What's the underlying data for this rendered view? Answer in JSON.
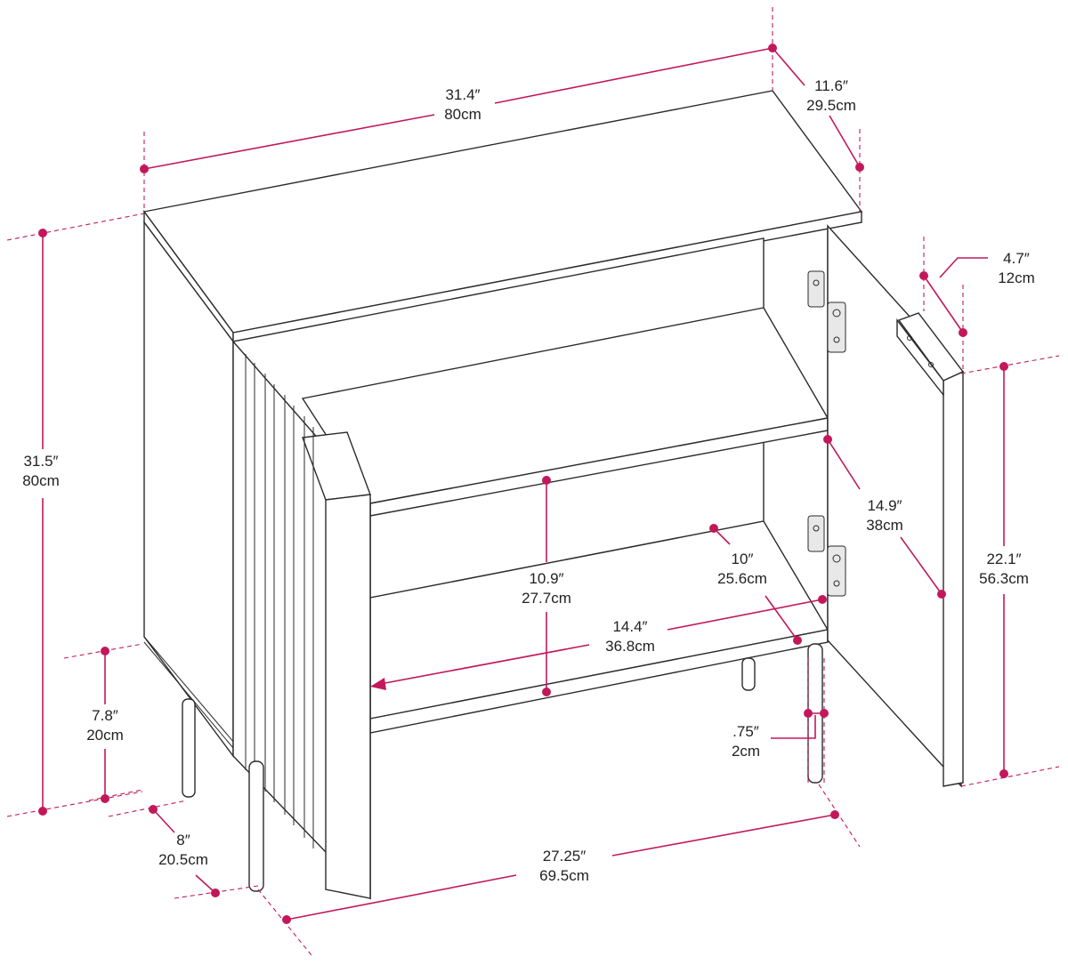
{
  "colors": {
    "dimension_line": "#c2185b",
    "outline": "#2b2b2b",
    "text": "#222222",
    "background": "#ffffff"
  },
  "dimensions": {
    "top_width": {
      "in": "31.4″",
      "cm": "80cm"
    },
    "top_depth": {
      "in": "11.6″",
      "cm": "29.5cm"
    },
    "total_height": {
      "in": "31.5″",
      "cm": "80cm"
    },
    "door_thickness": {
      "in": "4.7″",
      "cm": "12cm"
    },
    "door_height": {
      "in": "22.1″",
      "cm": "56.3cm"
    },
    "interior_depth": {
      "in": "14.9″",
      "cm": "38cm"
    },
    "shelf_gap": {
      "in": "10.9″",
      "cm": "27.7cm"
    },
    "shelf_depth": {
      "in": "10″",
      "cm": "25.6cm"
    },
    "interior_width": {
      "in": "14.4″",
      "cm": "36.8cm"
    },
    "leg_height": {
      "in": "7.8″",
      "cm": "20cm"
    },
    "leg_diameter": {
      "in": ".75″",
      "cm": "2cm"
    },
    "leg_depth_spacing": {
      "in": "8″",
      "cm": "20.5cm"
    },
    "leg_width_spacing": {
      "in": "27.25″",
      "cm": "69.5cm"
    }
  }
}
